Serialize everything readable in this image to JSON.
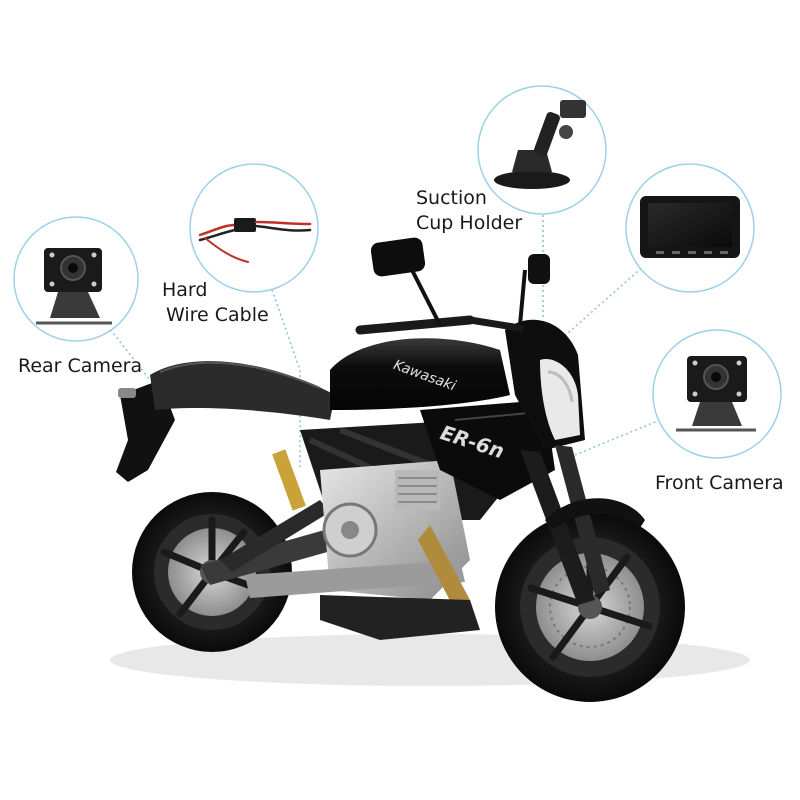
{
  "labels": {
    "rear_camera": "Rear Camera",
    "hard_wire_line1": "Hard",
    "hard_wire_line2": "Wire Cable",
    "suction_line1": "Suction",
    "suction_line2": "Cup Holder",
    "front_camera": "Front Camera"
  },
  "brand_on_tank": "Kawasaki",
  "model_on_fairing": "ER-6n",
  "colors": {
    "callout_ring": "#9fd0ea",
    "leader_line": "#8fc4de",
    "bike_body": "#0b0b0b",
    "label_text": "#1a1a1a"
  }
}
